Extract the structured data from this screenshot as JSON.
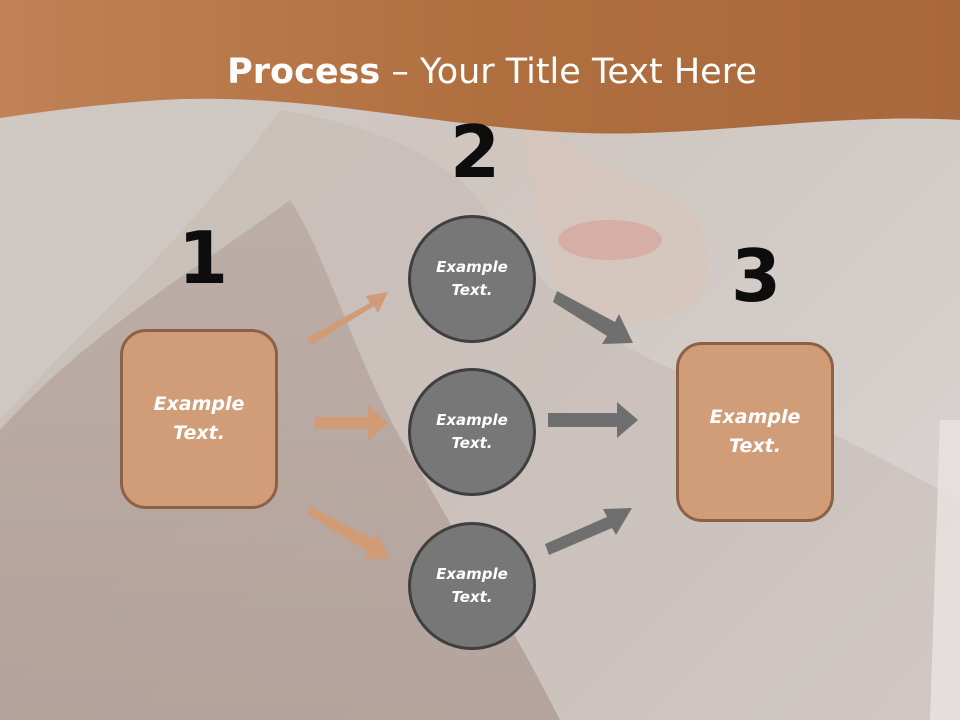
{
  "slide": {
    "title_bold": "Process",
    "title_rest": " – Your Title Text Here",
    "steps": [
      {
        "number": "1",
        "text_line1": "Example",
        "text_line2": "Text."
      },
      {
        "number": "2"
      },
      {
        "number": "3",
        "text_line1": "Example",
        "text_line2": "Text."
      }
    ],
    "circles": [
      {
        "text_line1": "Example",
        "text_line2": "Text."
      },
      {
        "text_line1": "Example",
        "text_line2": "Text."
      },
      {
        "text_line1": "Example",
        "text_line2": "Text."
      }
    ]
  },
  "colors": {
    "banner": "#b57542",
    "box_fill": "#d19c78",
    "circle_fill": "#777777",
    "arrow_in": "#d09b75",
    "arrow_out": "#6f6f6f"
  }
}
